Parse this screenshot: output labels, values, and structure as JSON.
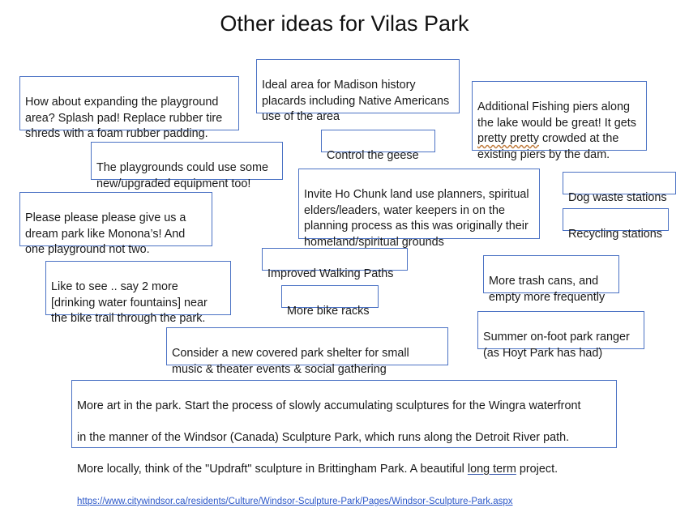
{
  "slide": {
    "title": "Other ideas for Vilas Park"
  },
  "notes": {
    "n1": "How about expanding the playground area? Splash pad! Replace rubber tire shreds with a foam rubber padding.",
    "n2": "Ideal area for Madison history placards including Native Americans use of the area",
    "n3": {
      "before": "Additional Fishing piers along the lake would be great! It gets ",
      "flagged": "pretty pretty",
      "after": " crowded at the existing piers by the dam."
    },
    "n4": "The playgrounds could use some new/upgraded equipment too!",
    "n5": "Control the geese",
    "n6": "Invite Ho Chunk land use planners, spiritual elders/leaders, water keepers in on the planning process as this was originally their homeland/spiritual grounds",
    "n7": "Dog waste stations",
    "n8": "Please please please give us a dream park like Monona’s! And one playground not two.",
    "n9": "Recycling stations",
    "n10": "Improved Walking Paths",
    "n11": "More trash cans, and empty more frequently",
    "n12": "Like to see .. say 2 more [drinking water fountains] near the bike trail through the park.",
    "n13": "More bike racks",
    "n14": "Summer on-foot park ranger (as Hoyt Park has had)",
    "n15": "Consider a new covered park shelter for small music & theater events & social gathering",
    "n16": {
      "line1": "More art in the park. Start the process of slowly accumulating sculptures for the Wingra waterfront",
      "line2": "in the manner of the Windsor (Canada) Sculpture Park, which runs along the Detroit River path.",
      "line3_before": "More locally, think of the \"Updraft\" sculpture in Brittingham Park. A beautiful ",
      "line3_underlined": "long term",
      "line3_after": " project.",
      "link": "https://www.citywindsor.ca/residents/Culture/Windsor-Sculpture-Park/Pages/Windsor-Sculpture-Park.aspx"
    }
  }
}
